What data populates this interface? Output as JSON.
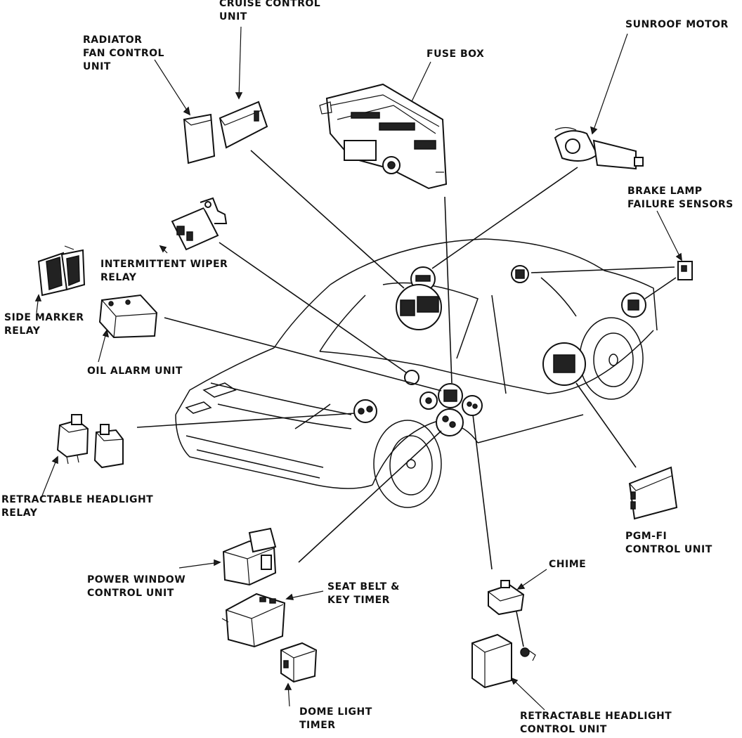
{
  "labels": {
    "cruise_control_unit": [
      "CRUISE CONTROL",
      "UNIT"
    ],
    "radiator_fan_control_unit": [
      "RADIATOR",
      "FAN CONTROL",
      "UNIT"
    ],
    "fuse_box": [
      "FUSE BOX"
    ],
    "sunroof_motor": [
      "SUNROOF MOTOR"
    ],
    "brake_lamp_failure_sensors": [
      "BRAKE LAMP",
      "FAILURE SENSORS"
    ],
    "intermittent_wiper_relay": [
      "INTERMITTENT WIPER",
      "RELAY"
    ],
    "side_marker_relay": [
      "SIDE MARKER",
      "RELAY"
    ],
    "oil_alarm_unit": [
      "OIL ALARM UNIT"
    ],
    "retractable_headlight_relay": [
      "RETRACTABLE HEADLIGHT",
      "RELAY"
    ],
    "pgm_fi_control_unit": [
      "PGM-FI",
      "CONTROL UNIT"
    ],
    "chime": [
      "CHIME"
    ],
    "power_window_control_unit": [
      "POWER WINDOW",
      "CONTROL UNIT"
    ],
    "seat_belt_key_timer": [
      "SEAT BELT &",
      "KEY TIMER"
    ],
    "dome_light_timer": [
      "DOME LIGHT",
      "TIMER"
    ],
    "retractable_headlight_control_unit": [
      "RETRACTABLE HEADLIGHT",
      "CONTROL UNIT"
    ]
  },
  "colors": {
    "ink": "#111111",
    "background": "#ffffff"
  }
}
